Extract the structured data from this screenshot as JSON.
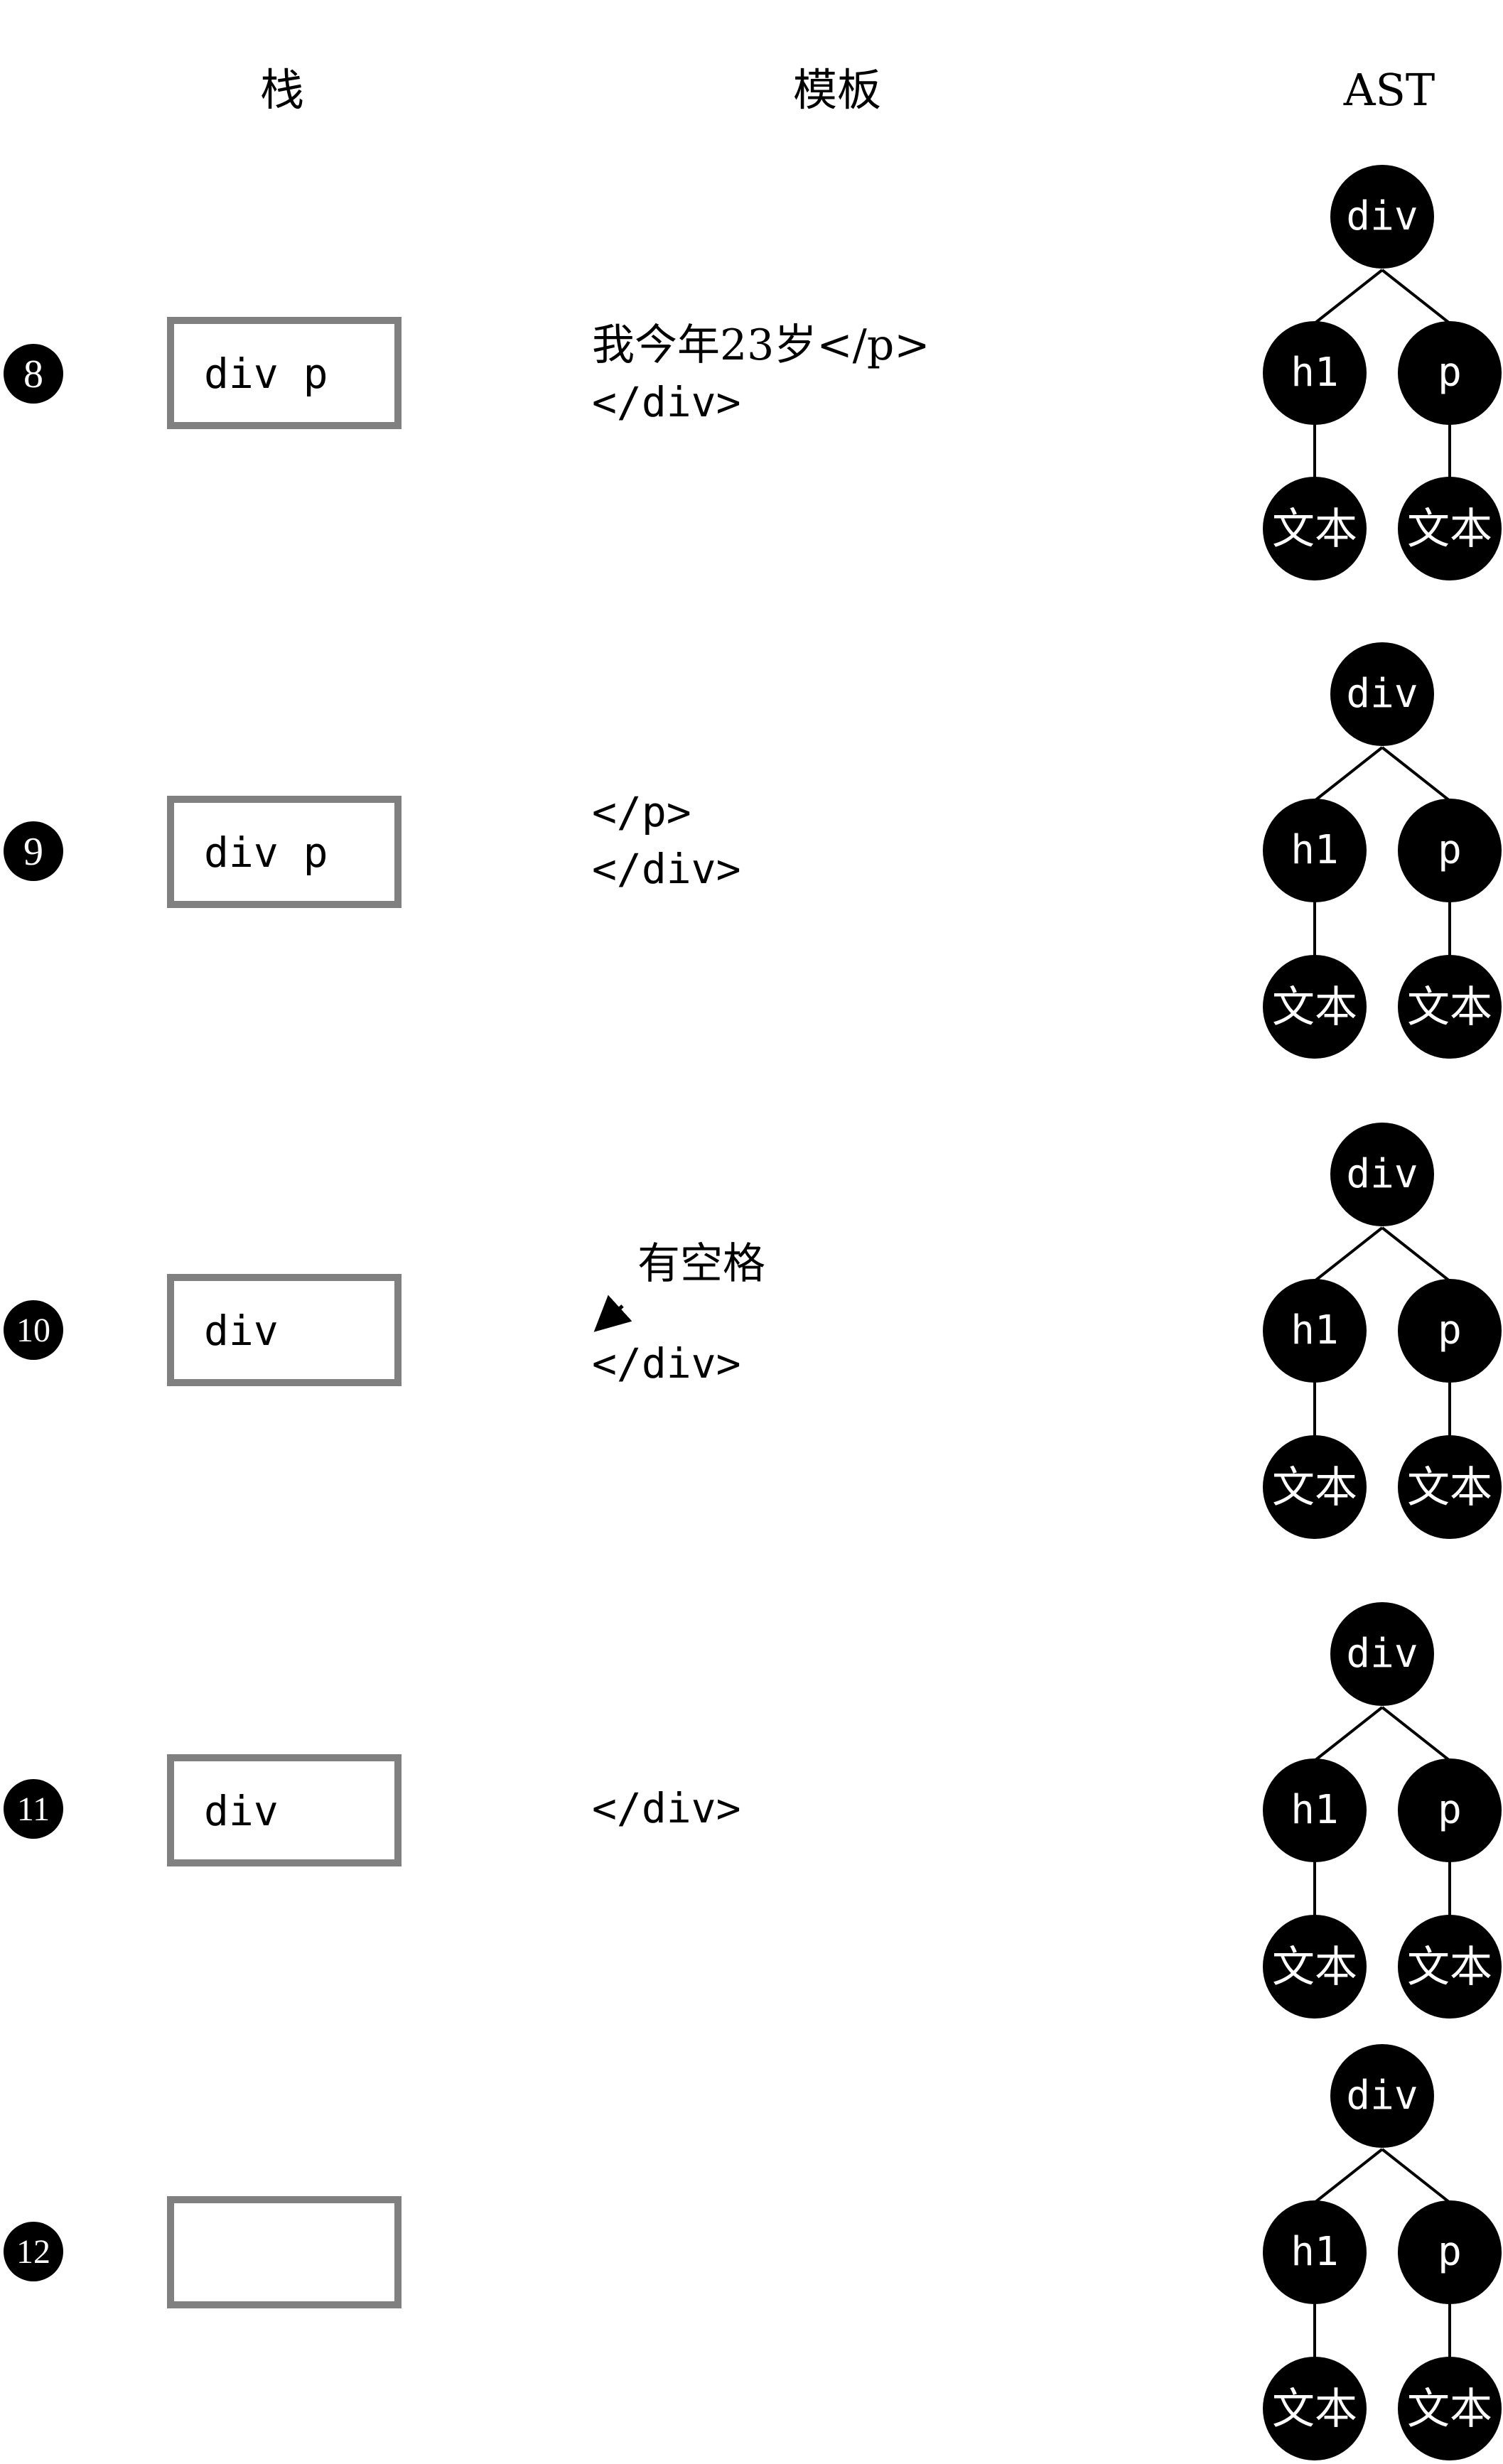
{
  "headers": {
    "stack": "栈",
    "template": "模板",
    "ast": "AST"
  },
  "ast_labels": {
    "root": "div",
    "left": "h1",
    "right": "p",
    "leaf": "文本"
  },
  "steps": [
    {
      "number": "8",
      "stack": "div p",
      "template": [
        "我今年23岁</p>",
        "</div>"
      ],
      "annotation": ""
    },
    {
      "number": "9",
      "stack": "div p",
      "template": [
        "</p>",
        "</div>"
      ],
      "annotation": ""
    },
    {
      "number": "10",
      "stack": "div",
      "template": [
        "",
        "</div>"
      ],
      "annotation": "有空格"
    },
    {
      "number": "11",
      "stack": "div",
      "template": [
        "</div>"
      ],
      "annotation": ""
    },
    {
      "number": "12",
      "stack": "",
      "template": [],
      "annotation": ""
    }
  ]
}
